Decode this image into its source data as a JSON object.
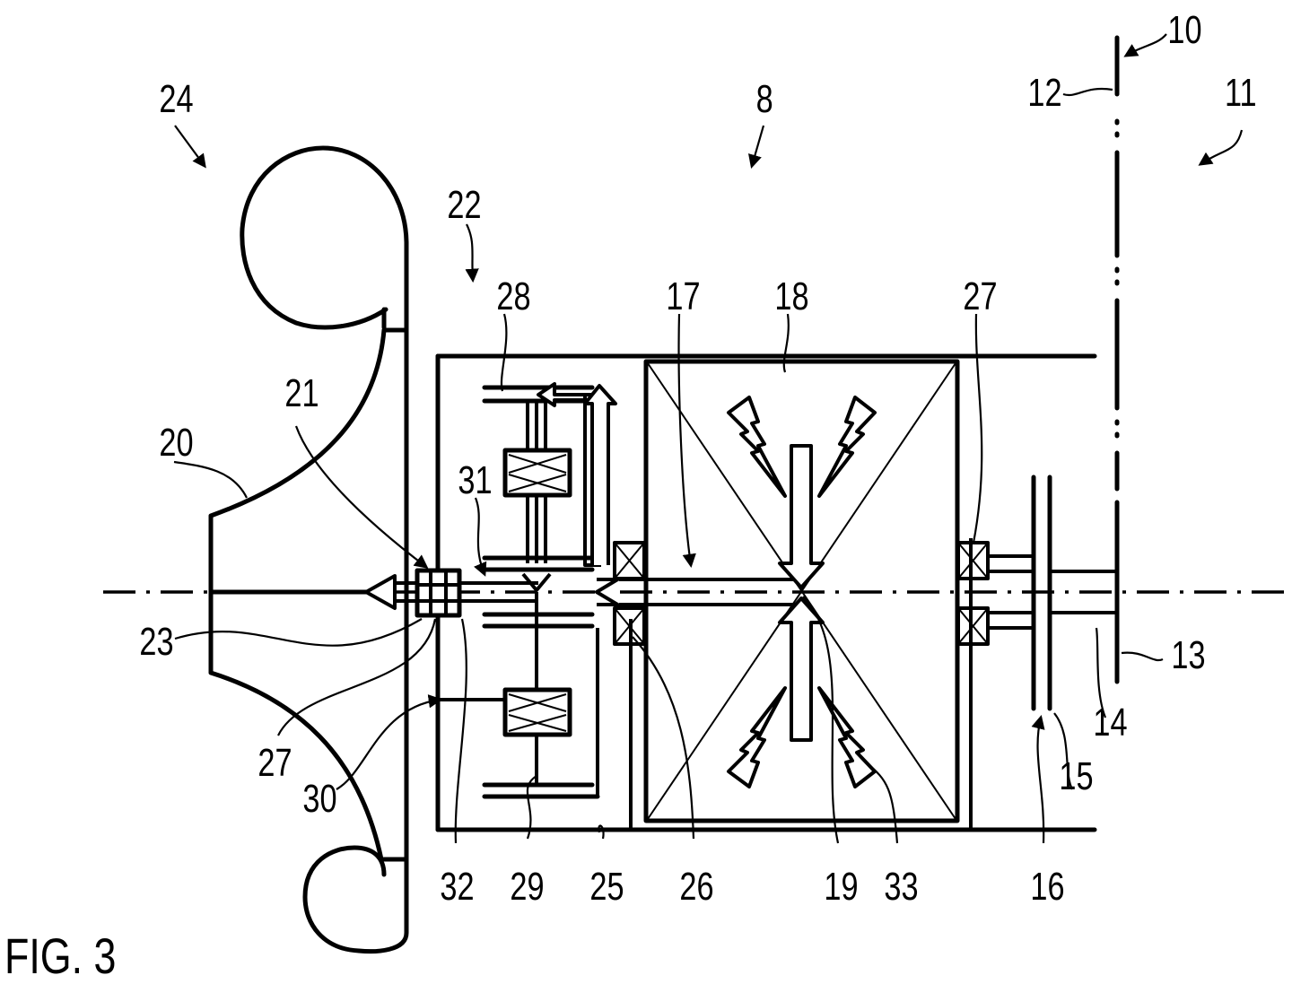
{
  "figure": {
    "caption": "FIG. 3",
    "line_color": "#000000",
    "background": "#ffffff"
  },
  "labels": {
    "l8": "8",
    "l10": "10",
    "l11": "11",
    "l12": "12",
    "l13": "13",
    "l14": "14",
    "l15": "15",
    "l16": "16",
    "l17": "17",
    "l18": "18",
    "l19": "19",
    "l20": "20",
    "l21": "21",
    "l22": "22",
    "l23": "23",
    "l24": "24",
    "l25": "25",
    "l26": "26",
    "l27a": "27",
    "l27b": "27",
    "l28": "28",
    "l29": "29",
    "l30": "30",
    "l31": "31",
    "l32": "32",
    "l33": "33"
  }
}
